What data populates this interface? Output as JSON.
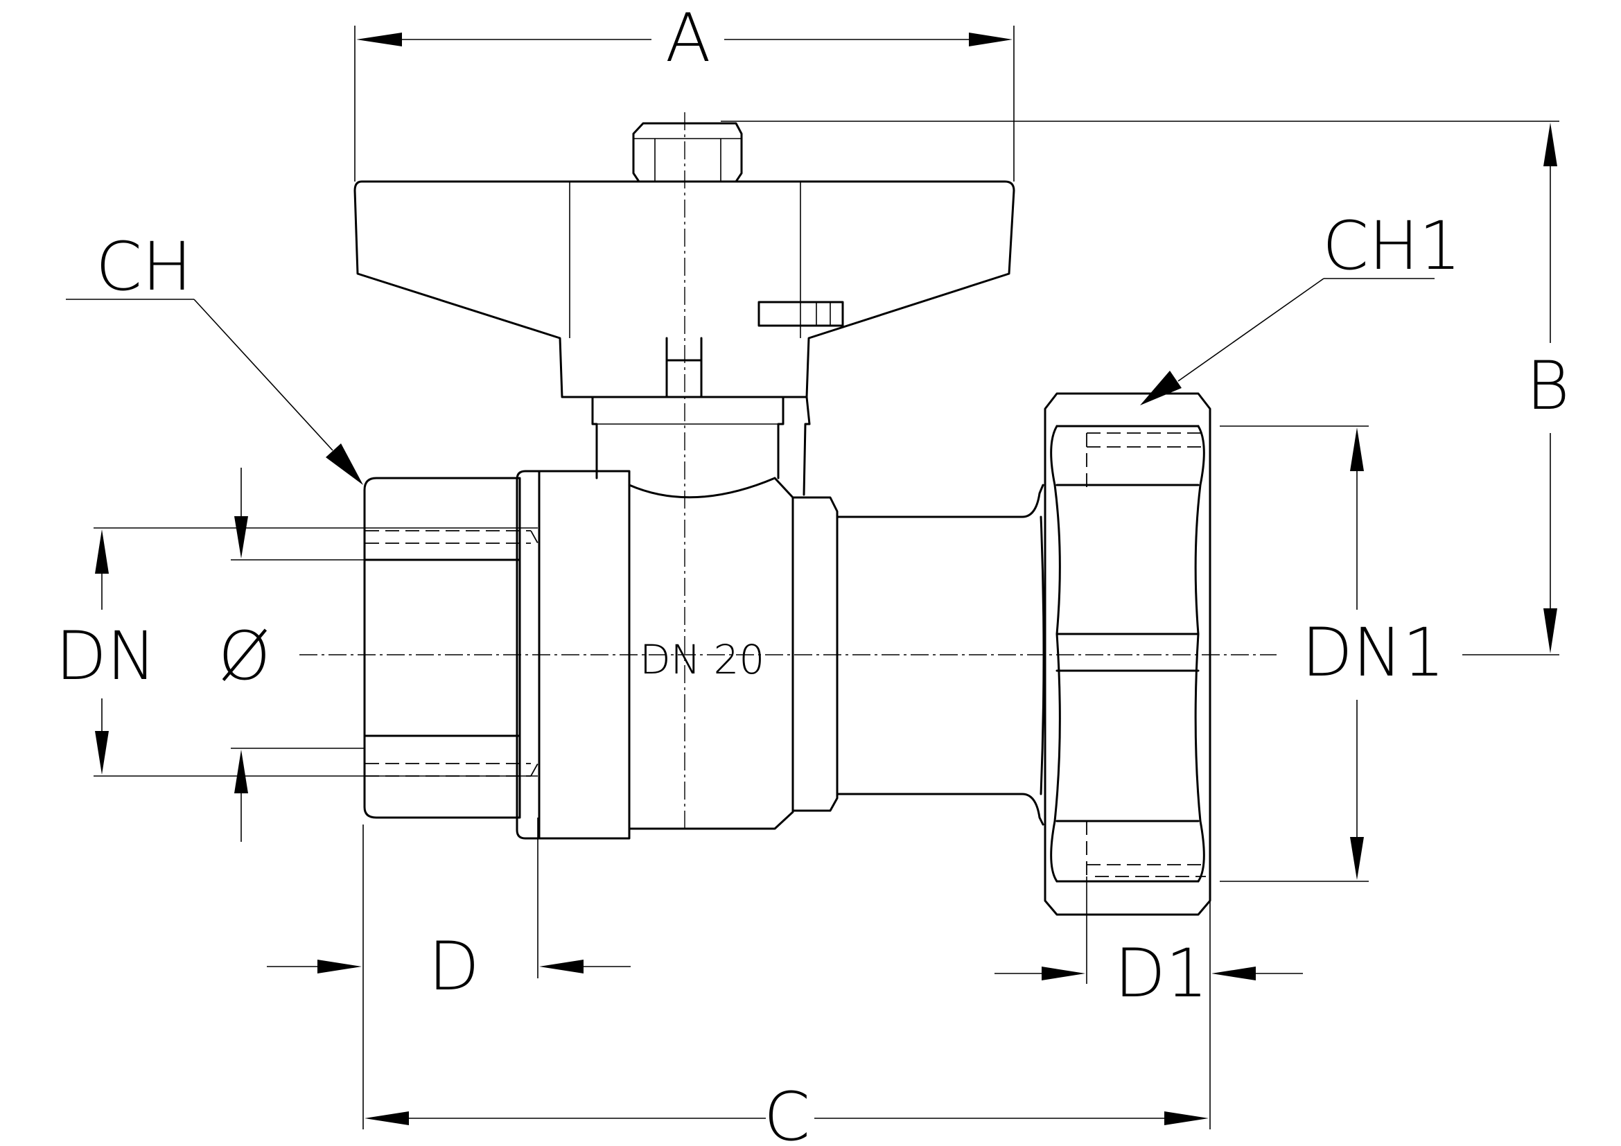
{
  "dimension_labels": {
    "a": "A",
    "b": "B",
    "c": "C",
    "d": "D",
    "d1": "D1",
    "ch": "CH",
    "ch1": "CH1",
    "dn": "DN",
    "dn1": "DN1",
    "diameter": "Ø"
  },
  "body_marking": "DN  20"
}
